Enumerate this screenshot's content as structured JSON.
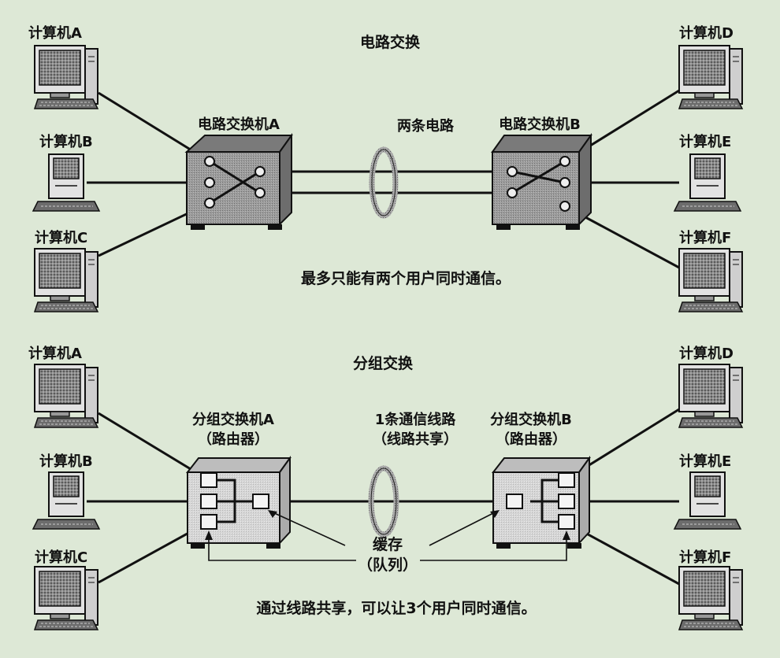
{
  "circuit": {
    "title": "电路交换",
    "switch_a": "电路交换机A",
    "switch_b": "电路交换机B",
    "link": "两条电路",
    "caption": "最多只能有两个用户同时通信。"
  },
  "packet": {
    "title": "分组交换",
    "switch_a_line1": "分组交换机A",
    "switch_a_line2": "（路由器）",
    "switch_b_line1": "分组交换机B",
    "switch_b_line2": "（路由器）",
    "link_line1": "1条通信线路",
    "link_line2": "（线路共享）",
    "buffer_line1": "缓存",
    "buffer_line2": "（队列）",
    "caption": "通过线路共享，可以让3个用户同时通信。"
  },
  "computers": {
    "a": "计算机A",
    "b": "计算机B",
    "c": "计算机C",
    "d": "计算机D",
    "e": "计算机E",
    "f": "计算机F"
  }
}
